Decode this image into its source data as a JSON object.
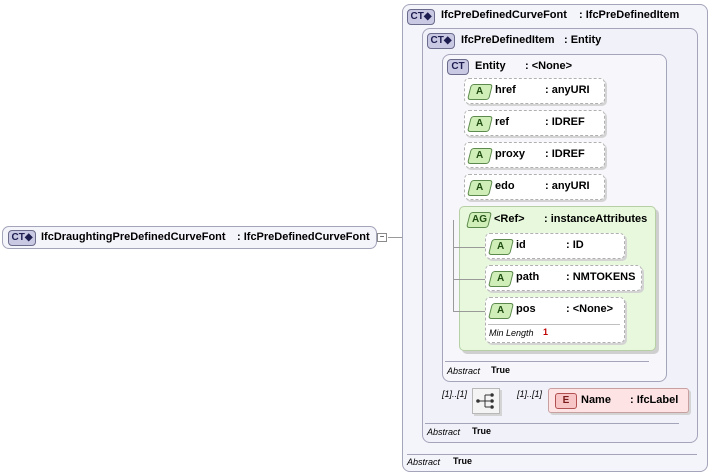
{
  "left_type": {
    "badge": "CT",
    "name": "IfcDraughtingPreDefinedCurveFont",
    "base": ": IfcPreDefinedCurveFont"
  },
  "outer_type": {
    "badge": "CT",
    "name": "IfcPreDefinedCurveFont",
    "base": ": IfcPreDefinedItem",
    "abstract_label": "Abstract",
    "abstract_value": "True"
  },
  "middle_type": {
    "badge": "CT",
    "name": "IfcPreDefinedItem",
    "base": ": Entity",
    "abstract_label": "Abstract",
    "abstract_value": "True"
  },
  "entity_type": {
    "badge": "CT",
    "name": "Entity",
    "base": ": <None>",
    "abstract_label": "Abstract",
    "abstract_value": "True"
  },
  "attributes": [
    {
      "badge": "A",
      "name": "href",
      "type": ": anyURI"
    },
    {
      "badge": "A",
      "name": "ref",
      "type": ": IDREF"
    },
    {
      "badge": "A",
      "name": "proxy",
      "type": ": IDREF"
    },
    {
      "badge": "A",
      "name": "edo",
      "type": ": anyURI"
    }
  ],
  "attribute_group": {
    "badge": "AG",
    "name": "<Ref>",
    "type": ": instanceAttributes",
    "attributes": [
      {
        "badge": "A",
        "name": "id",
        "type": ": ID"
      },
      {
        "badge": "A",
        "name": "path",
        "type": ": NMTOKENS"
      },
      {
        "badge": "A",
        "name": "pos",
        "type": ": <None>",
        "facet_label": "Min Length",
        "facet_value": "1"
      }
    ]
  },
  "sequence": {
    "left_multiplicity": "[1]..[1]",
    "right_multiplicity": "[1]..[1]"
  },
  "element": {
    "badge": "E",
    "name": "Name",
    "type": ": IfcLabel"
  },
  "colors": {
    "ct_badge": "#c9c9e3",
    "attr_badge": "#cfeeb8",
    "group_bg": "#e7f8dc",
    "element_bg": "#fde3e3"
  }
}
